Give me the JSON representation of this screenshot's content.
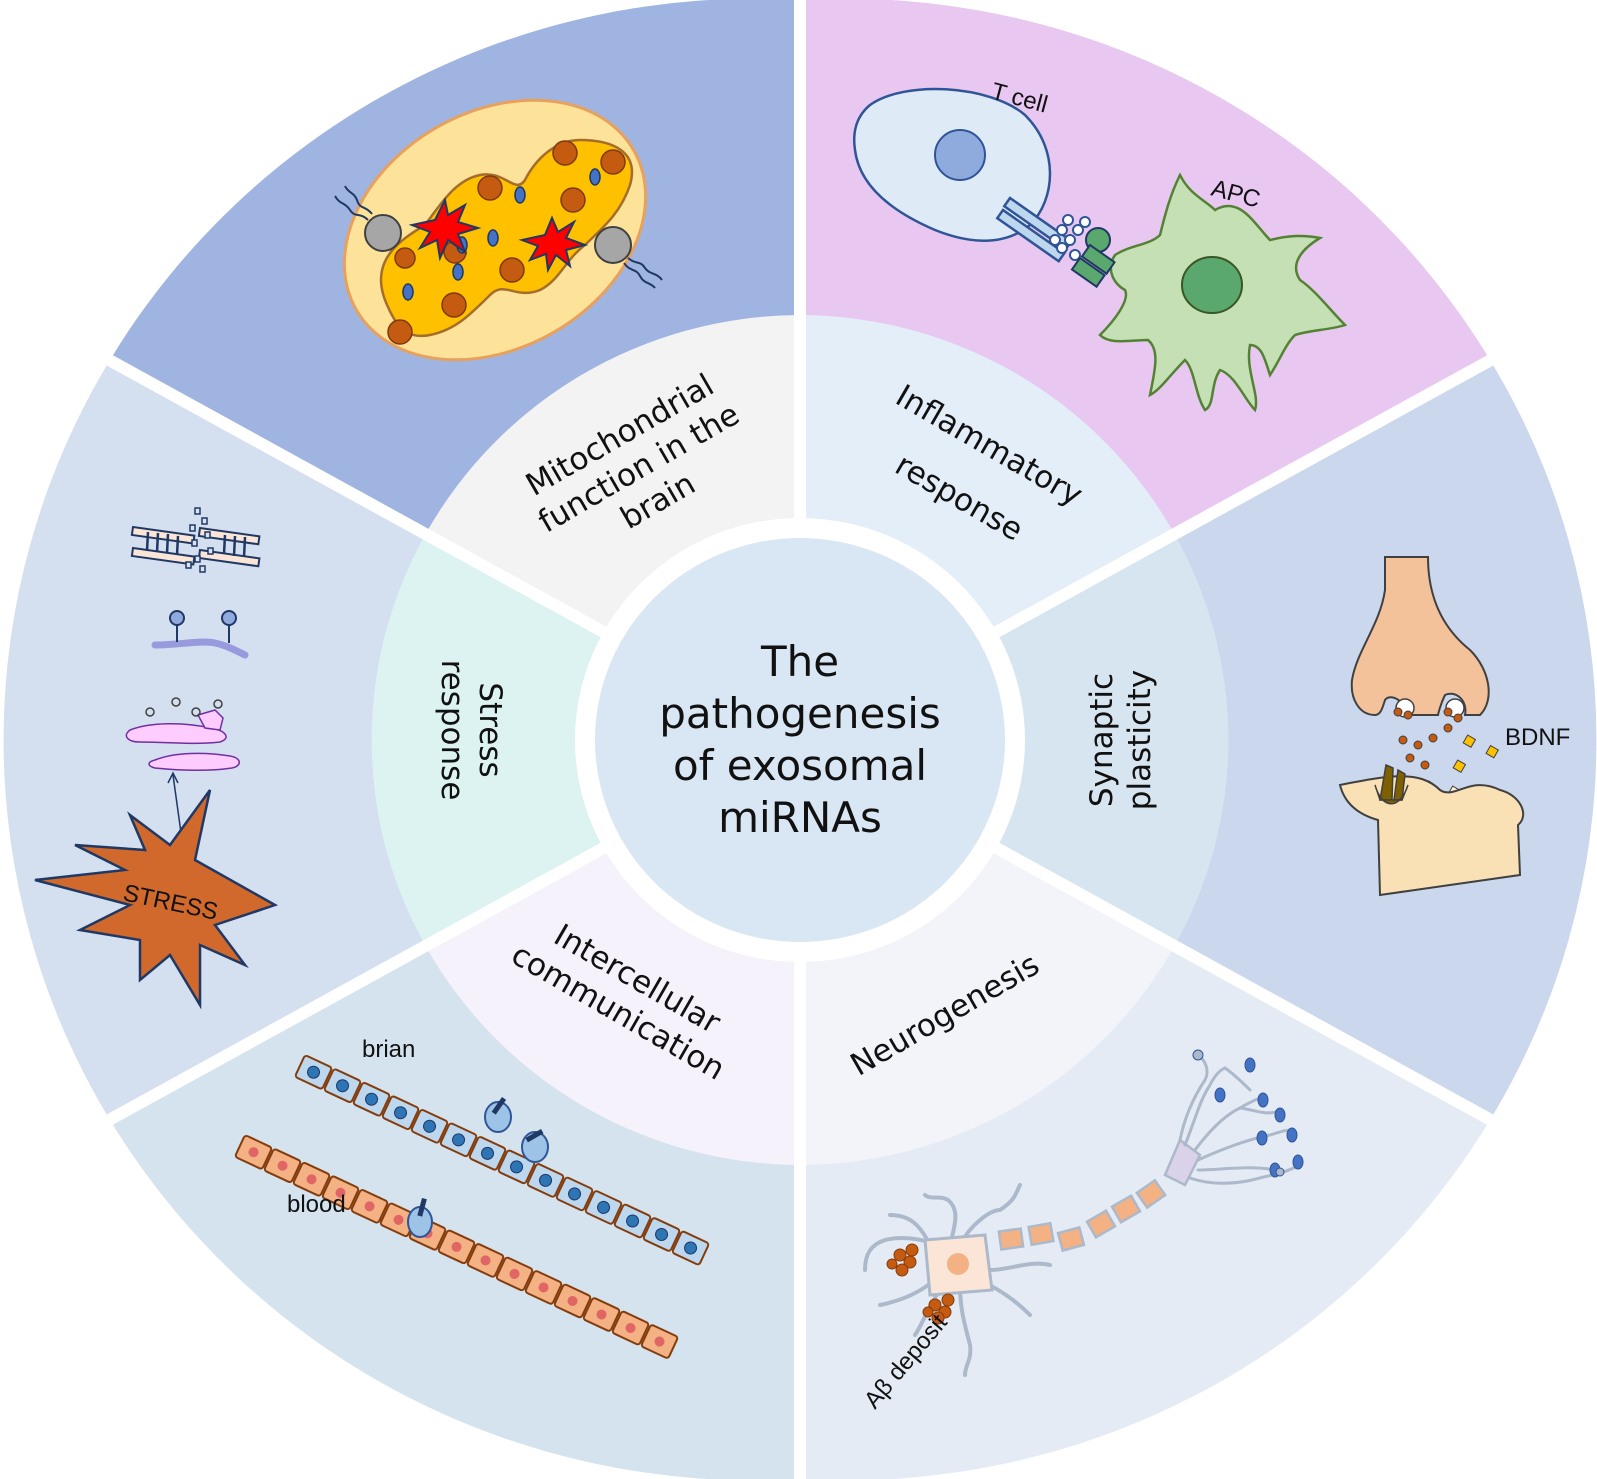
{
  "center": {
    "lines": [
      "The",
      "pathogenesis",
      "of exosomal",
      "miRNAs"
    ]
  },
  "segments": {
    "mitochondria": {
      "label_lines": [
        "Mitochondrial",
        "function in the",
        "brain"
      ],
      "outer_color": "#9fb4e0",
      "inner_color": "#f3f3f3"
    },
    "inflammation": {
      "label_lines": [
        "Inflammatory",
        "response"
      ],
      "outer_color": "#e8c8f0",
      "inner_color": "#e3eef8",
      "labels": {
        "t_cell": "T cell",
        "apc": "APC"
      }
    },
    "synaptic": {
      "label_lines": [
        "Synaptic",
        "plasticity"
      ],
      "outer_color": "#cbd7ed",
      "inner_color": "#d7e5f0",
      "labels": {
        "bdnf": "BDNF"
      }
    },
    "neurogenesis": {
      "label_lines": [
        "Neurogenesis"
      ],
      "outer_color": "#e5ebf5",
      "inner_color": "#f2f4f9",
      "labels": {
        "abeta": "Aβ deposit"
      }
    },
    "communication": {
      "label_lines": [
        "Intercellular",
        "communication"
      ],
      "outer_color": "#d5e3ee",
      "inner_color": "#f6f2fb",
      "labels": {
        "brain": "brian",
        "blood": "blood"
      }
    },
    "stress": {
      "label_lines": [
        "Stress",
        "response"
      ],
      "outer_color": "#d4dff0",
      "inner_color": "#dcf3f1",
      "labels": {
        "stress": "STRESS"
      }
    }
  }
}
